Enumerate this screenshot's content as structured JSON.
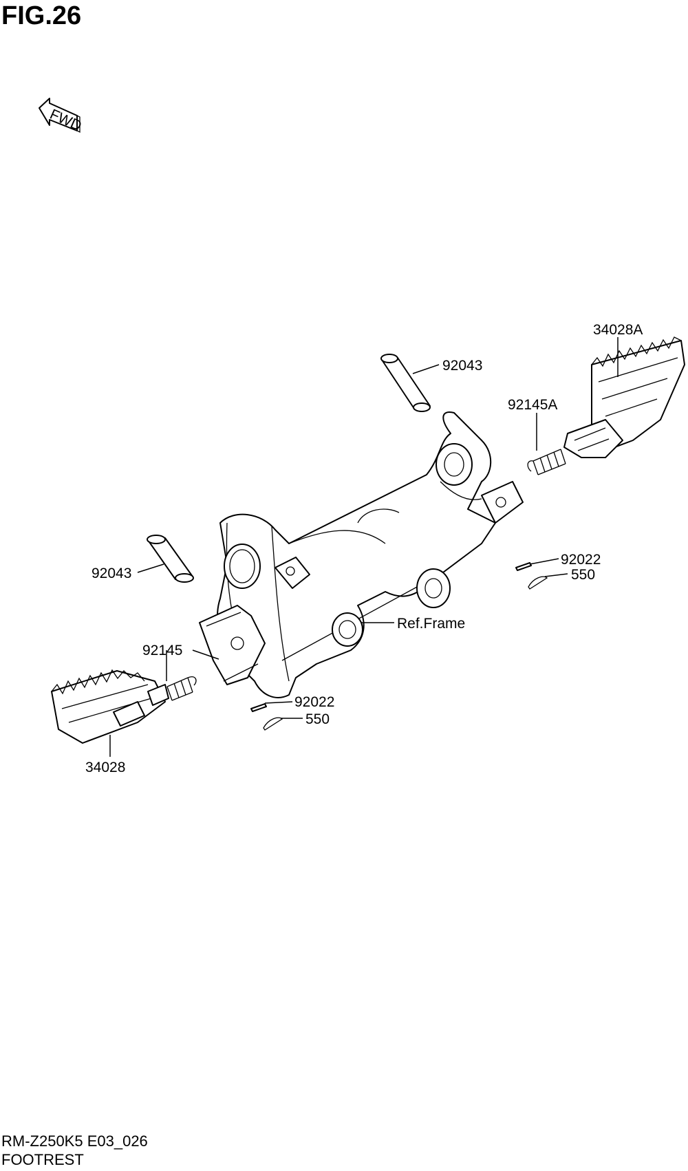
{
  "figure": {
    "title": "FIG.26"
  },
  "fwd_arrow": {
    "label": "FWD"
  },
  "callouts": {
    "pin_right": "92043",
    "pin_left": "92043",
    "footrest_right": "34028A",
    "footrest_left": "34028",
    "spring_right": "92145A",
    "spring_left": "92145",
    "washer_right": "92022",
    "washer_left": "92022",
    "cotter_right": "550",
    "cotter_left": "550",
    "frame_ref": "Ref.Frame"
  },
  "footer": {
    "code": "RM-Z250K5 E03_026",
    "name": "FOOTREST"
  }
}
